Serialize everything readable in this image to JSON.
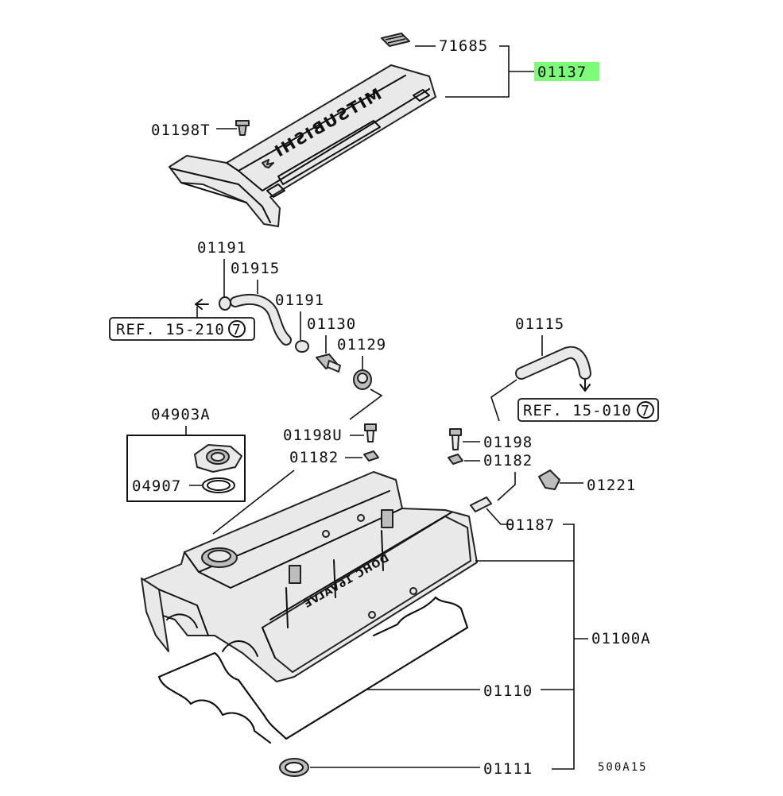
{
  "diagram": {
    "highlight_color": "#7dfc7a",
    "labels": {
      "p71685": "71685",
      "p01137": "01137",
      "p01198T": "01198T",
      "p01191_a": "01191",
      "p01915": "01915",
      "p01191_b": "01191",
      "p01130": "01130",
      "p01129": "01129",
      "p01115": "01115",
      "p04903A": "04903A",
      "p04907": "04907",
      "p01198U": "01198U",
      "p01182_a": "01182",
      "p01198": "01198",
      "p01182_b": "01182",
      "p01221": "01221",
      "p01187": "01187",
      "p01100A": "01100A",
      "p01110": "01110",
      "p01111": "01111"
    },
    "refs": {
      "ref_left": {
        "text": "REF. 15-210",
        "circle": "7"
      },
      "ref_right": {
        "text": "REF. 15-010",
        "circle": "7"
      }
    },
    "cover_logo": "MITSUBISHI",
    "valve_cover_text": "DOHC 16VALVE",
    "figure_code": "500A15"
  }
}
